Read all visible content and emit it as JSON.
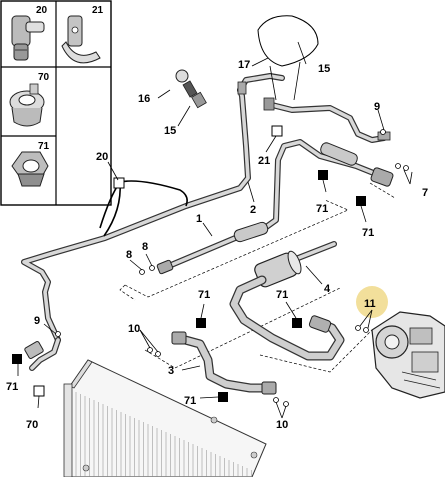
{
  "insets": [
    {
      "number": "20"
    },
    {
      "number": "21"
    },
    {
      "number": "70"
    },
    {
      "number": "71"
    }
  ],
  "callouts": {
    "c1": "1",
    "c2": "2",
    "c3": "3",
    "c4": "4",
    "c7": "7",
    "c8a": "8",
    "c8b": "8",
    "c9a": "9",
    "c9b": "9",
    "c10a": "10",
    "c10b": "10",
    "c11": "11",
    "c15a": "15",
    "c15b": "15",
    "c16": "16",
    "c17": "17",
    "c20": "20",
    "c21": "21",
    "c70": "70",
    "c71a": "71",
    "c71b": "71",
    "c71c": "71",
    "c71d": "71",
    "c71e": "71",
    "c71f": "71"
  },
  "colors": {
    "pipe": "#d8d8d8",
    "outline": "#333333",
    "highlight": "#f0d98a",
    "marker_filled": "#000000",
    "marker_open": "#ffffff"
  },
  "icons": [
    "clip-icon",
    "bracket-clip-icon",
    "grommet-icon",
    "nut-icon",
    "valve-cap-icon",
    "pressure-switch-icon",
    "compressor-icon",
    "condenser-icon",
    "filter-drier-icon"
  ]
}
